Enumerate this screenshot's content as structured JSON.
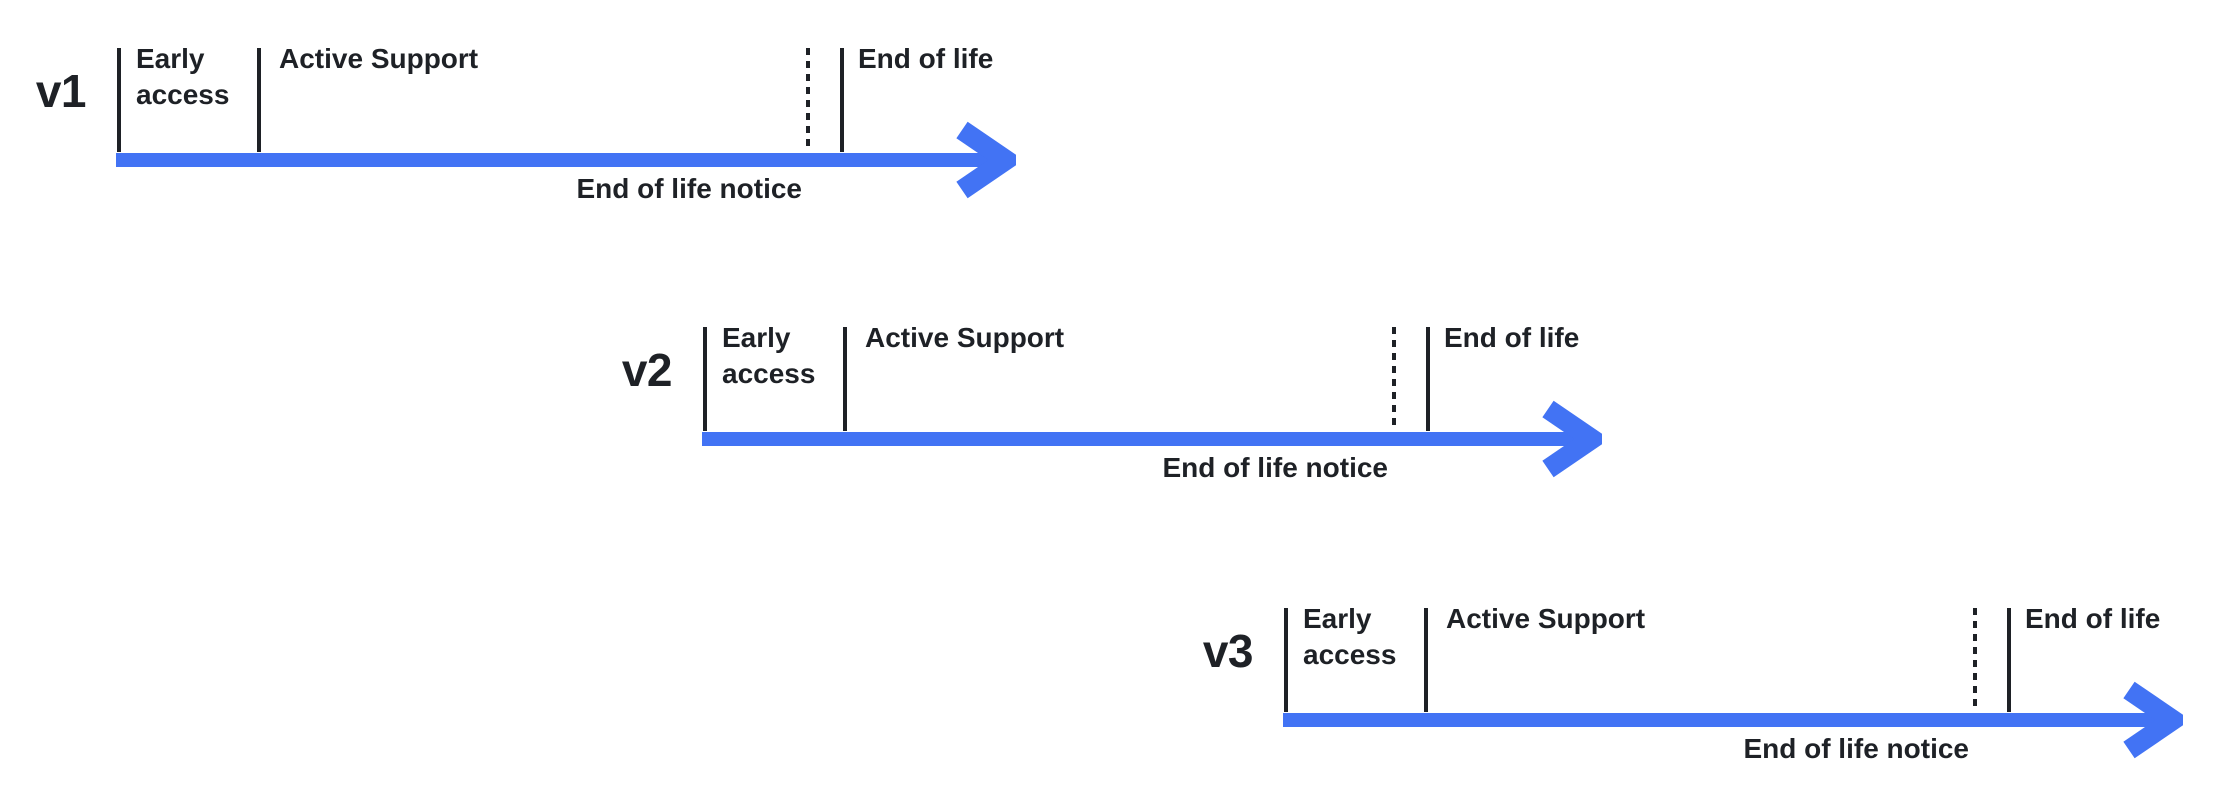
{
  "theme": {
    "arrow_blue": "#4273F4",
    "ink": "#1E2126",
    "background": "#FFFFFF"
  },
  "timelines": [
    {
      "version": "v1",
      "labels": {
        "early_access": "Early access",
        "active_support": "Active Support",
        "end_of_life": "End of life",
        "end_of_life_notice": "End of life notice"
      }
    },
    {
      "version": "v2",
      "labels": {
        "early_access": "Early access",
        "active_support": "Active Support",
        "end_of_life": "End of life",
        "end_of_life_notice": "End of life notice"
      }
    },
    {
      "version": "v3",
      "labels": {
        "early_access": "Early access",
        "active_support": "Active Support",
        "end_of_life": "End of life",
        "end_of_life_notice": "End of life notice"
      }
    }
  ]
}
